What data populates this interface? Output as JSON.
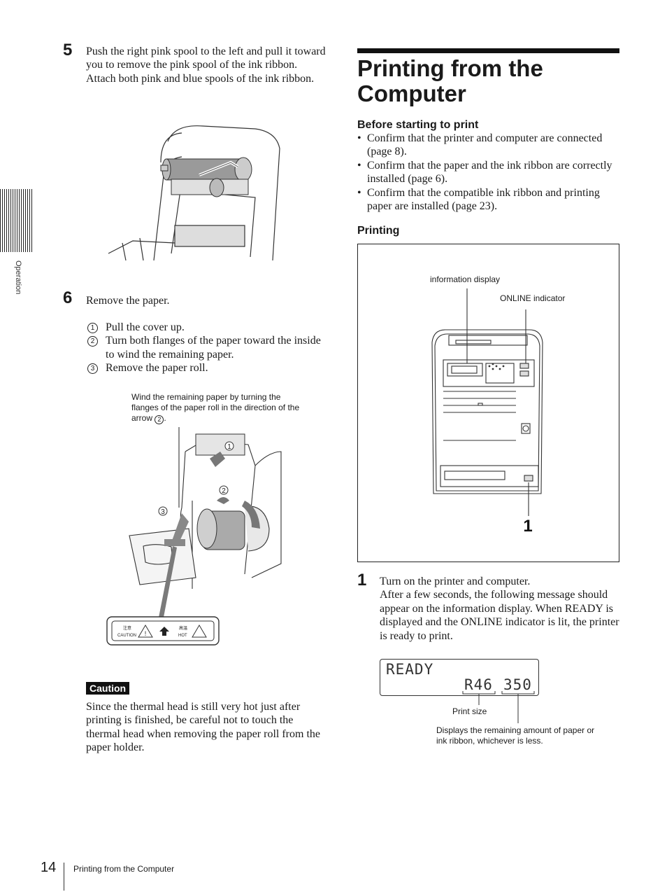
{
  "side_tab": {
    "label": "Operation"
  },
  "left": {
    "step5": {
      "num": "5",
      "line1": "Push the right pink spool to the left and pull it toward you to remove the pink spool of the ink ribbon.",
      "line2": "Attach both pink and blue spools of the ink ribbon."
    },
    "step6": {
      "num": "6",
      "intro": "Remove the paper.",
      "items": [
        {
          "mark": "1",
          "text": "Pull the cover up."
        },
        {
          "mark": "2",
          "text": "Turn both flanges of the paper toward the inside to wind the remaining paper."
        },
        {
          "mark": "3",
          "text": "Remove the paper roll."
        }
      ]
    },
    "figure2": {
      "caption_text": "Wind the remaining paper by turning the flanges of the paper roll in the direction of the arrow",
      "caption_mark": "2",
      "callouts": [
        "1",
        "2",
        "3"
      ],
      "label_caution_jp": "注意",
      "label_caution": "CAUTION",
      "label_hot_jp": "高温",
      "label_hot": "HOT"
    },
    "caution": {
      "badge": "Caution",
      "text": "Since the thermal head is still very hot just after printing is finished, be careful not to touch the thermal head when removing the paper roll from the paper holder."
    }
  },
  "right": {
    "title": "Printing from the Computer",
    "before": {
      "heading": "Before starting to print",
      "bullets": [
        "Confirm that the printer and computer are connected (page 8).",
        "Confirm that the paper and the ink ribbon are correctly installed (page 6).",
        "Confirm that the compatible ink ribbon and printing paper are installed (page 23)."
      ]
    },
    "printing": {
      "heading": "Printing",
      "fig_label_info": "information display",
      "fig_label_online": "ONLINE indicator",
      "fig_callout": "1"
    },
    "step1": {
      "num": "1",
      "line1": "Turn on the printer and computer.",
      "line2": "After a few seconds, the following message should appear on the information display. When READY is displayed and the ONLINE indicator is lit, the printer is ready to print."
    },
    "lcd": {
      "line1": "READY",
      "code": "R46",
      "count": "350",
      "label_size": "Print size",
      "label_remaining": "Displays the remaining amount of paper or ink ribbon, whichever is less."
    }
  },
  "footer": {
    "page": "14",
    "title": "Printing from the Computer"
  }
}
